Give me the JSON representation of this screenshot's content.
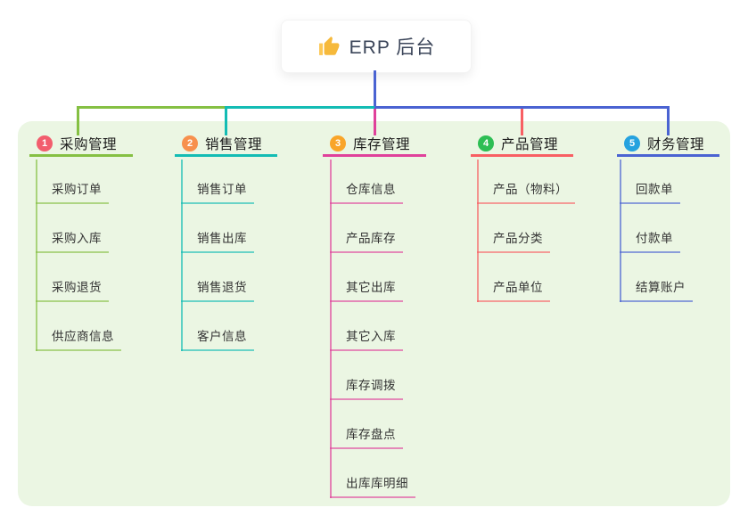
{
  "root": {
    "title": "ERP 后台",
    "icon": "thumbs-up-icon"
  },
  "connector_color": "#4a63d2",
  "panel_color": "#ebf6e3",
  "branches": [
    {
      "badge": "1",
      "label": "采购管理",
      "badge_color": "#f25d6d",
      "line_color": "#85c043",
      "children": [
        "采购订单",
        "采购入库",
        "采购退货",
        "供应商信息"
      ]
    },
    {
      "badge": "2",
      "label": "销售管理",
      "badge_color": "#f7904d",
      "line_color": "#13bcb4",
      "children": [
        "销售订单",
        "销售出库",
        "销售退货",
        "客户信息"
      ]
    },
    {
      "badge": "3",
      "label": "库存管理",
      "badge_color": "#f9a529",
      "line_color": "#e0419b",
      "children": [
        "仓库信息",
        "产品库存",
        "其它出库",
        "其它入库",
        "库存调拨",
        "库存盘点",
        "出库库明细"
      ]
    },
    {
      "badge": "4",
      "label": "产品管理",
      "badge_color": "#2dbe54",
      "line_color": "#f85f63",
      "children": [
        "产品（物料）",
        "产品分类",
        "产品单位"
      ]
    },
    {
      "badge": "5",
      "label": "财务管理",
      "badge_color": "#25a2df",
      "line_color": "#4a63d2",
      "children": [
        "回款单",
        "付款单",
        "结算账户"
      ]
    }
  ]
}
